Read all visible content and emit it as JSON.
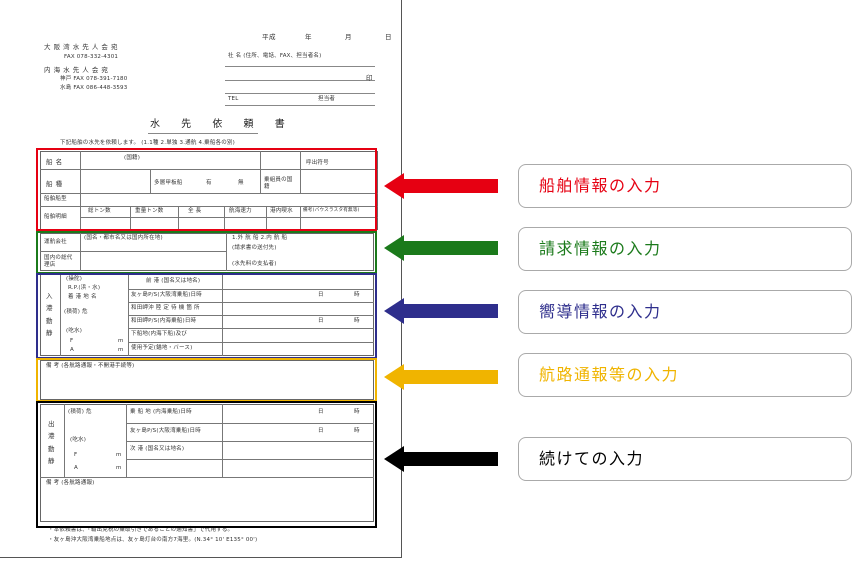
{
  "form": {
    "date_era": "平成",
    "date_year": "年",
    "date_month": "月",
    "date_day": "日",
    "addr1_org": "大 阪 湾 水 先 人 会 宛",
    "addr1_fax": "FAX 078-332-4301",
    "addr2_org": "内 海 水 先 人 会 宛",
    "addr2_kobe": "神戸 FAX 078-391-7180",
    "addr2_mizushima": "水島 FAX 086-448-3593",
    "company_label": "社 名 (住所、電話、FAX、担当者名)",
    "seal": "印",
    "tel": "TEL",
    "person": "担当者",
    "title": "水 先 依 頼 書",
    "intro": "下記船舶の水先を依頼します。 (1.1種 2.単独 3.通航 4.乗船各の別)",
    "row_ship_name": "船 名",
    "row_ship_name_note": "(国籍)",
    "row_callsign": "呼出符号",
    "row_ship_type": "船 種",
    "row_radio": "多層甲板船",
    "row_radio_yes": "有",
    "row_radio_no": "無",
    "row_crew_nat": "乗組員の国籍",
    "row_owner": "船舶船型",
    "row_specs": "船舶明細",
    "spec_gross": "総トン数",
    "spec_dwt": "重量トン数",
    "spec_length": "全 長",
    "spec_speed": "航海速力",
    "spec_draft": "港内喫水",
    "spec_remarks": "備考(バウスラスタ有無等)",
    "agent_company": "運航会社",
    "agent_company_note": "(国名・都市名又は国内所在地)",
    "agent_domestic": "国内の総代理店",
    "bill_option": "1.外 航 船   2.内 航 船",
    "bill_addr": "(請求書の送付先)",
    "bill_payer": "(水先料の支払者)",
    "in_section": "入港動静",
    "pilot_choice": "(操舵)",
    "rp_line": "R.P.(浜・水)",
    "prev_port": "着 港 地 名",
    "arrival_label": "(積荷) 危",
    "draft_label": "(吃水)",
    "fore": "F",
    "aft": "A",
    "m": "m",
    "dep_port": "前 港 (国名又は地名)",
    "eta_tomo": "友ヶ島P/S(大阪湾乗船)日時",
    "eta_wada_plan": "和田岬沖 陸 定 待 機 箇 所",
    "eta_wada": "和田岬P/S(内海乗船)日時",
    "disembark": "下船地(内海下船)及び",
    "berth_plan": "使用予定(錨地・バース)",
    "day": "日",
    "hour": "時",
    "remarks_label": "備 考 (各航路通報・不開港手続等)",
    "out_section": "出港動静",
    "out_cargo": "(積荷) 危",
    "out_embark": "乗 船 地 (内海乗船)日時",
    "out_tomo": "友ヶ島P/S(大阪湾乗船)日時",
    "out_next": "次 港 (国名又は地名)",
    "out_remarks": "備 考 (各航路通報)",
    "footer1": "・本依頼書は、「輸出免税の乗取引きであることの通知書」で代用する。",
    "footer2": "・友ヶ島沖大阪湾乗船地点は、友ヶ島灯台の南方7海里。(N.34° 10' E135° 00')"
  },
  "annotations": [
    {
      "label": "船舶情報の入力",
      "color": "#e60012"
    },
    {
      "label": "請求情報の入力",
      "color": "#1b7a1b"
    },
    {
      "label": "嚮導情報の入力",
      "color": "#2e2e8c"
    },
    {
      "label": "航路通報等の入力",
      "color": "#f0b400"
    },
    {
      "label": "続けての入力",
      "color": "#000000"
    }
  ]
}
